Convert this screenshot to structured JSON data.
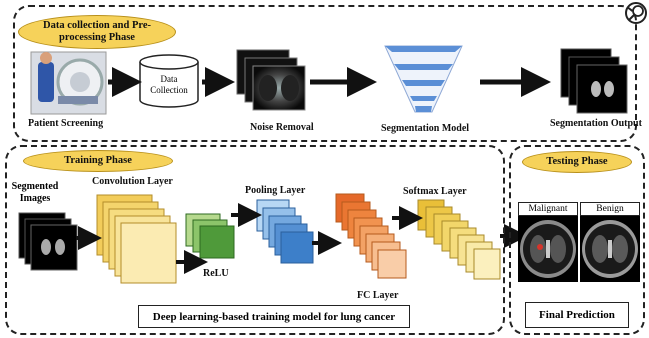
{
  "phases": {
    "collection": "Data collection and Pre-processing Phase",
    "training": "Training Phase",
    "testing": "Testing Phase"
  },
  "steps": {
    "patient_screening": "Patient Screening",
    "data_collection": "Data Collection",
    "noise_removal": "Noise Removal",
    "segmentation_model": "Segmentation Model",
    "segmentation_output": "Segmentation Output"
  },
  "training": {
    "segmented_images": "Segmented Images",
    "convolution_layer": "Convolution Layer",
    "relu": "ReLU",
    "pooling_layer": "Pooling Layer",
    "fc_layer": "FC Layer",
    "softmax_layer": "Softmax Layer",
    "caption": "Deep learning-based training model for lung cancer"
  },
  "testing": {
    "malignant": "Malignant",
    "benign": "Benign",
    "final_prediction": "Final Prediction"
  },
  "colors": {
    "phase_oval": "#f6d25a",
    "conv": "#f5d77a",
    "relu": "#4f9a3a",
    "pool": "#3d7fc9",
    "fc": "#ef8a3c",
    "softmax": "#f2d35f"
  },
  "icons": [
    "zoom-icon",
    "database-icon",
    "arrow-icon"
  ]
}
